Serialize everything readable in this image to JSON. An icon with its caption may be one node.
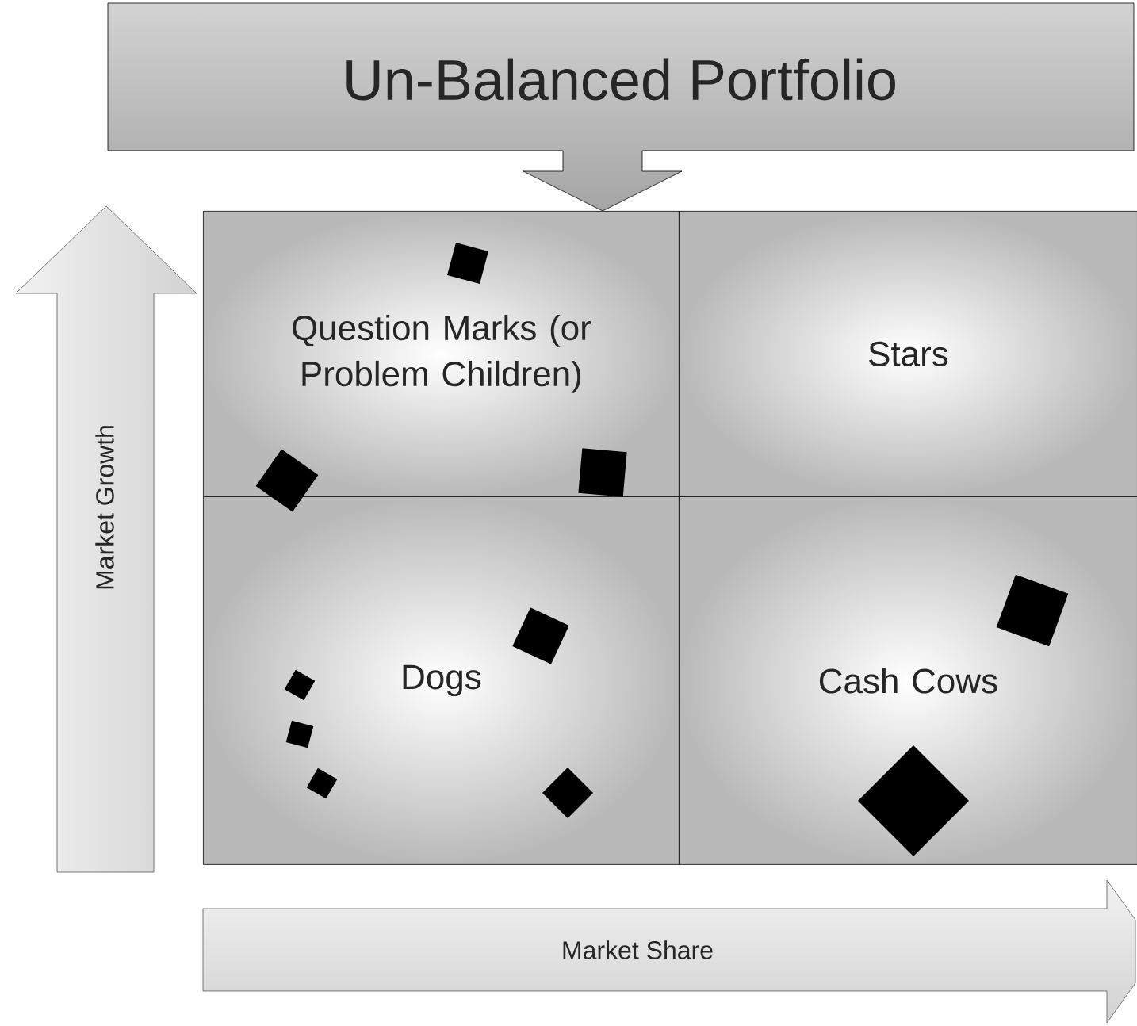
{
  "diagram": {
    "nodes": [
      {
        "text": [
          "Un-Balanced Portfolio"
        ]
      },
      {
        "text": [
          "Question Marks (or Problem Children)"
        ]
      },
      {
        "text": [
          "Stars"
        ]
      },
      {
        "text": [
          "Dogs"
        ]
      },
      {
        "text": [
          "Cash Cows"
        ]
      },
      {
        "text": [
          "Market Growth"
        ]
      },
      {
        "text": [
          "Market Share"
        ]
      }
    ]
  }
}
